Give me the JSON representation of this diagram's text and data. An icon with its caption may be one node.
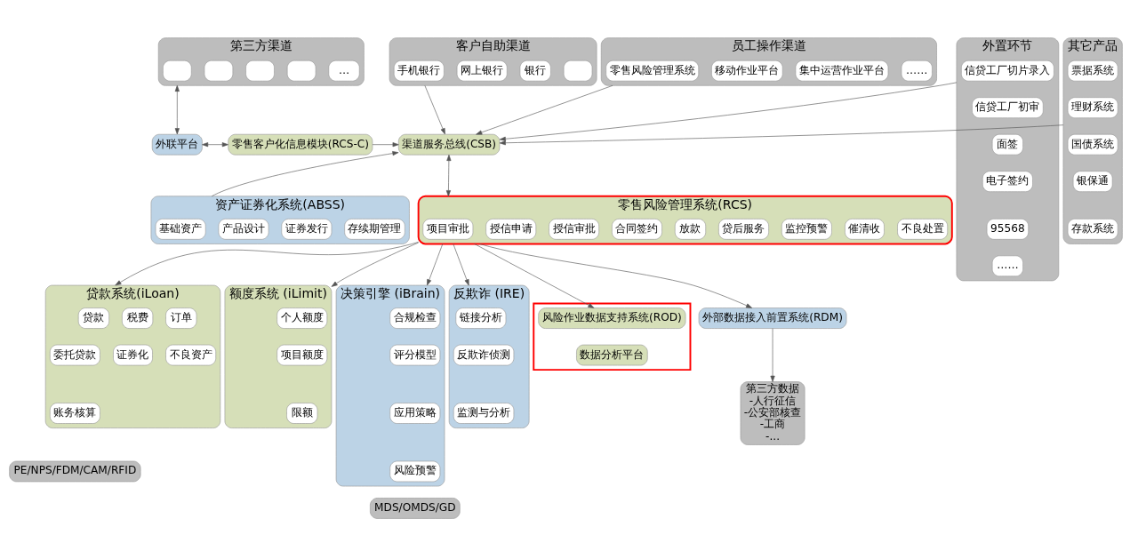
{
  "diagram": {
    "nodes": [
      {
        "text": [
          "第三方渠道"
        ]
      },
      {
        "text": [],
        "shape": "box",
        "in": 0
      },
      {
        "text": [],
        "shape": "box",
        "in": 0
      },
      {
        "text": [],
        "shape": "box",
        "in": 0
      },
      {
        "text": [],
        "shape": "box",
        "in": 0
      },
      {
        "text": [
          "…"
        ],
        "in": 0
      },
      {
        "text": [
          "客户自助渠道"
        ]
      },
      {
        "text": [
          "手机银行"
        ],
        "in": 6
      },
      {
        "text": [
          "网上银行"
        ],
        "in": 6
      },
      {
        "text": [
          "银行"
        ],
        "in": 6
      },
      {
        "text": [],
        "shape": "box",
        "in": 6
      },
      {
        "text": [
          "员工操作渠道"
        ]
      },
      {
        "text": [
          "零售风险管理系统"
        ],
        "in": 11
      },
      {
        "text": [
          "移动作业平台"
        ],
        "in": 11
      },
      {
        "text": [
          "集中运营作业平台"
        ],
        "in": 11
      },
      {
        "text": [
          "……"
        ],
        "in": 11
      },
      {
        "text": [
          "外置环节"
        ]
      },
      {
        "text": [
          "信贷工厂切片录入"
        ],
        "in": 16
      },
      {
        "text": [
          "信贷工厂初审"
        ],
        "in": 16
      },
      {
        "text": [
          "面签"
        ],
        "in": 16
      },
      {
        "text": [
          "电子签约"
        ],
        "in": 16
      },
      {
        "text": [
          "95568"
        ],
        "in": 16
      },
      {
        "text": [
          "……"
        ],
        "in": 16
      },
      {
        "text": [
          "外联平台"
        ]
      },
      {
        "text": [
          "零售客户化信息模块(RCS-C)"
        ]
      },
      {
        "text": [
          "渠道服务总线(CSB)"
        ]
      },
      {
        "text": [
          "资产证券化系统(ABSS)"
        ]
      },
      {
        "text": [
          "基础资产"
        ],
        "in": 26
      },
      {
        "text": [
          "产品设计"
        ],
        "in": 26
      },
      {
        "text": [
          "证券发行"
        ],
        "in": 26
      },
      {
        "text": [
          "存续期管理"
        ],
        "in": 26
      },
      {
        "text": [
          "零售风险管理系统(RCS)"
        ]
      },
      {
        "text": [
          "项目审批"
        ],
        "in": 31
      },
      {
        "text": [
          "授信申请"
        ],
        "in": 31
      },
      {
        "text": [
          "授信审批"
        ],
        "in": 31
      },
      {
        "text": [
          "合同签约"
        ],
        "in": 31
      },
      {
        "text": [
          "放款"
        ],
        "in": 31
      },
      {
        "text": [
          "贷后服务"
        ],
        "in": 31
      },
      {
        "text": [
          "监控预警"
        ],
        "in": 31
      },
      {
        "text": [
          "催清收"
        ],
        "in": 31
      },
      {
        "text": [
          "不良处置"
        ],
        "in": 31
      },
      {
        "text": [
          "贷款系统(iLoan)"
        ]
      },
      {
        "text": [
          "贷款"
        ],
        "in": 41
      },
      {
        "text": [
          "税费"
        ],
        "in": 41
      },
      {
        "text": [
          "订单"
        ],
        "in": 41
      },
      {
        "text": [
          "委托贷款"
        ],
        "in": 41
      },
      {
        "text": [
          "证券化"
        ],
        "in": 41
      },
      {
        "text": [
          "不良资产"
        ],
        "in": 41
      },
      {
        "text": [
          "账务核算"
        ],
        "in": 41
      },
      {
        "text": [
          "额度系统 (iLimit)"
        ]
      },
      {
        "text": [
          "个人额度"
        ],
        "in": 49
      },
      {
        "text": [
          "项目额度"
        ],
        "in": 49
      },
      {
        "text": [
          "限额"
        ],
        "in": 49
      },
      {
        "text": [
          "决策引擎 (iBrain)"
        ]
      },
      {
        "text": [
          "合规检查"
        ],
        "in": 53
      },
      {
        "text": [
          "评分模型"
        ],
        "in": 53
      },
      {
        "text": [
          "应用策略"
        ],
        "in": 53
      },
      {
        "text": [
          "风险预警"
        ],
        "in": 53
      },
      {
        "text": [
          "反欺诈 (IRE)"
        ]
      },
      {
        "text": [
          "链接分析"
        ],
        "in": 58
      },
      {
        "text": [
          "反欺诈侦测"
        ],
        "in": 58
      },
      {
        "text": [
          "监测与分析"
        ],
        "in": 58
      },
      {
        "text": [],
        "shape": "box"
      },
      {
        "text": [
          "风险作业数据支持系统(ROD)"
        ],
        "in": 62
      },
      {
        "text": [
          "数据分析平台"
        ],
        "in": 62
      },
      {
        "text": [
          "外部数据接入前置系统(RDM)"
        ]
      },
      {
        "text": [
          "第三方数据",
          "-人行征信",
          "-公安部核查",
          "-工商",
          "-..."
        ]
      },
      {
        "text": [
          "其它产品"
        ]
      },
      {
        "text": [
          "票据系统"
        ],
        "in": 67
      },
      {
        "text": [
          "理财系统"
        ],
        "in": 67
      },
      {
        "text": [
          "国债系统"
        ],
        "in": 67
      },
      {
        "text": [
          "银保通"
        ],
        "in": 67
      },
      {
        "text": [
          "存款系统"
        ],
        "in": 67
      },
      {
        "text": [
          "PE/NPS/FDM/CAM/RFID"
        ]
      },
      {
        "text": [
          "MDS/OMDS/GD"
        ]
      }
    ],
    "edges": [
      {
        "from": 0,
        "to": 23,
        "arrow": "both"
      },
      {
        "from": 23,
        "to": 24,
        "arrow": "both"
      },
      {
        "from": 24,
        "to": 25,
        "arrow": "to"
      },
      {
        "from": 6,
        "to": 25,
        "arrow": "to"
      },
      {
        "from": 11,
        "to": 25,
        "arrow": "to"
      },
      {
        "from": 16,
        "to": 25,
        "arrow": "to"
      },
      {
        "from": 67,
        "to": 25,
        "arrow": "to"
      },
      {
        "from": 26,
        "to": 25,
        "arrow": "to"
      },
      {
        "from": 25,
        "to": 31,
        "arrow": "both"
      },
      {
        "from": 31,
        "to": 41,
        "arrow": "to"
      },
      {
        "from": 31,
        "to": 49,
        "arrow": "to"
      },
      {
        "from": 31,
        "to": 53,
        "arrow": "to"
      },
      {
        "from": 31,
        "to": 58,
        "arrow": "to"
      },
      {
        "from": 31,
        "to": 63,
        "arrow": "to"
      },
      {
        "from": 31,
        "to": 65,
        "arrow": "to"
      },
      {
        "from": 65,
        "to": 66,
        "arrow": "to"
      }
    ]
  }
}
